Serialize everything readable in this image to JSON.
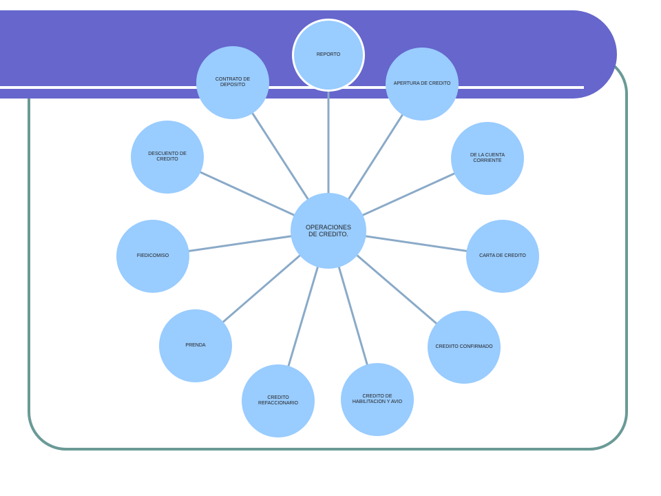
{
  "diagram": {
    "center": {
      "label": "OPERACIONES DE CREDITO."
    },
    "nodes": [
      {
        "id": "reporto",
        "label": "REPORTO"
      },
      {
        "id": "apertura-de-credito",
        "label": "APERTURA DE CREDITO"
      },
      {
        "id": "de-la-cuenta-corriente",
        "label": "DE LA CUENTA CORRIENTE"
      },
      {
        "id": "carta-de-credito",
        "label": "CARTA DE CREDITO"
      },
      {
        "id": "credito-confirmado",
        "label": "CREDIITO CONFIRMADO"
      },
      {
        "id": "credito-de-habilitacion-y-avio",
        "label": "CREDITO DE HABILITACION Y AVIO"
      },
      {
        "id": "credito-refaccionario",
        "label": "CREDITO REFACCIONARIO"
      },
      {
        "id": "prenda",
        "label": "PRENDA"
      },
      {
        "id": "fiedicomiso",
        "label": "FIEDICOMISO"
      },
      {
        "id": "descuento-de-credito",
        "label": "DESCUENTO DE CREDITO"
      },
      {
        "id": "contrato-de-deposito",
        "label": "CONTRATO DE DEPOSITO"
      }
    ],
    "colors": {
      "node_fill": "#99ccff",
      "connector": "#8aaac8",
      "header": "#6666cc",
      "frame": "#6a9a96"
    }
  }
}
